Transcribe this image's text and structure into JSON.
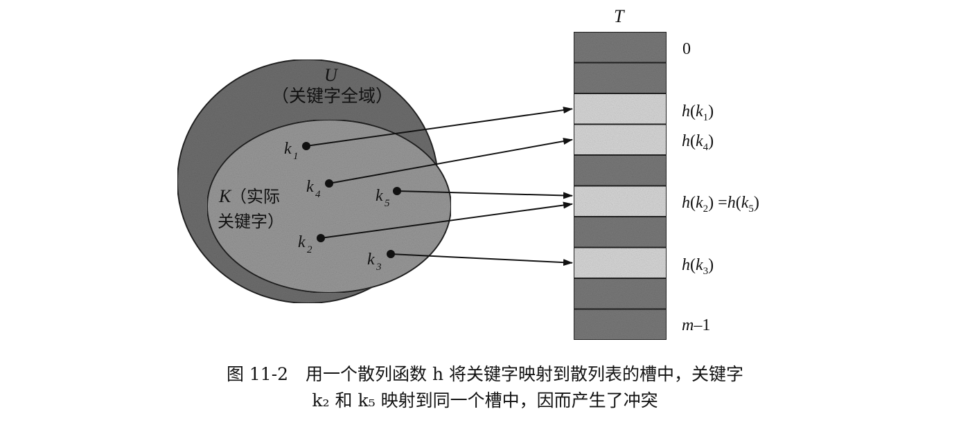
{
  "universe": {
    "symbol": "U",
    "label": "（关键字全域）"
  },
  "actual_keys": {
    "symbol": "K",
    "label_line1": "（实际",
    "label_line2": "关键字）"
  },
  "keys": [
    {
      "base": "k",
      "sub": "1"
    },
    {
      "base": "k",
      "sub": "4"
    },
    {
      "base": "k",
      "sub": "5"
    },
    {
      "base": "k",
      "sub": "2"
    },
    {
      "base": "k",
      "sub": "3"
    }
  ],
  "table": {
    "name": "T",
    "slot_labels": [
      "0",
      "h(k1)",
      "h(k4)",
      "h(k2) =h(k5)",
      "h(k3)",
      "m–1"
    ],
    "slots": [
      {
        "shade": "dark"
      },
      {
        "shade": "dark"
      },
      {
        "shade": "light"
      },
      {
        "shade": "light"
      },
      {
        "shade": "dark"
      },
      {
        "shade": "light"
      },
      {
        "shade": "dark"
      },
      {
        "shade": "light"
      },
      {
        "shade": "dark"
      },
      {
        "shade": "dark"
      }
    ]
  },
  "mappings": [
    {
      "key": "k1",
      "slot": 2
    },
    {
      "key": "k4",
      "slot": 3
    },
    {
      "key": "k5",
      "slot": 5
    },
    {
      "key": "k2",
      "slot": 5
    },
    {
      "key": "k3",
      "slot": 7
    }
  ],
  "caption": {
    "line1": "图 11-2　用一个散列函数 h 将关键字映射到散列表的槽中，关键字",
    "line2": "k₂ 和 k₅ 映射到同一个槽中，因而产生了冲突"
  },
  "colors": {
    "outer": "#6f6f6f",
    "inner": "#9a9a9a",
    "dark_slot": "#7a7a7a",
    "light_slot": "#d9d9d9",
    "ink": "#111111"
  }
}
